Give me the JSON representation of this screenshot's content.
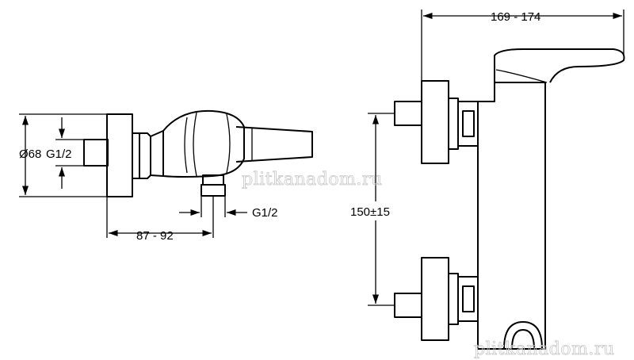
{
  "dimensions": {
    "diameter": "Ø68",
    "thread_left": "G1/2",
    "thread_bottom": "G1/2",
    "width_side": "87 - 92",
    "width_front": "169 - 174",
    "spacing": "150±15"
  },
  "watermark": {
    "text": "plitkanadom.ru"
  }
}
